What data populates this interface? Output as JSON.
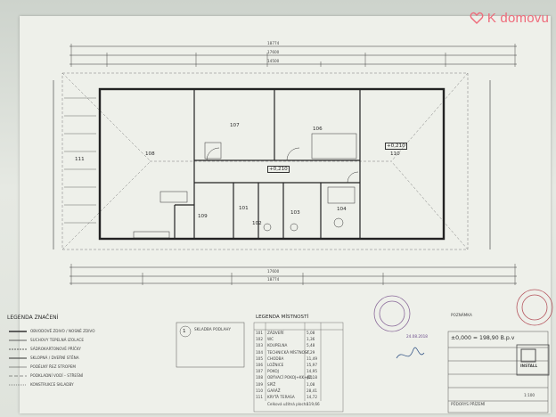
{
  "watermark": {
    "brand": "K domovu",
    "color": "#ee6a7a"
  },
  "plan": {
    "rooms": [
      {
        "id": "111",
        "label": "111"
      },
      {
        "id": "108",
        "label": "108"
      },
      {
        "id": "107",
        "label": "107"
      },
      {
        "id": "106",
        "label": "106"
      },
      {
        "id": "110",
        "label": "110"
      },
      {
        "id": "101",
        "label": "101"
      },
      {
        "id": "102",
        "label": "102"
      },
      {
        "id": "103",
        "label": "103"
      },
      {
        "id": "104",
        "label": "104"
      },
      {
        "id": "109",
        "label": "109"
      }
    ],
    "levels": {
      "left": "+0,210",
      "right": "+0,210"
    },
    "dims": {
      "top_total": "18774",
      "top_a": "17600",
      "top_b": "14500",
      "bottom_total": "18774",
      "bottom_a": "17600"
    }
  },
  "legend_left": {
    "title": "LEGENDA ZNAČENÍ",
    "items": [
      "OBVODOVÉ ZDIVO / NOSNÉ ZDIVO",
      "SUCHOVY TEPELNÁ IZOLACE",
      "SÁDROKARTONOVÉ PŘÍČKY",
      "SKLOPNÁ / DVEŘNÍ STĚNA",
      "PODÉLNÝ ŘEZ STROPEM",
      "PODKLADNÍ VODÍ – STŘEŠNÍ",
      "KONSTRUKCE SKLADBY"
    ]
  },
  "section_note": {
    "number": "1",
    "title": "SKLADBA PODLAHY"
  },
  "legend_rooms": {
    "title": "LEGENDA MÍSTNOSTÍ",
    "rows": [
      [
        "101",
        "ZÁDVEŘÍ",
        "5,08"
      ],
      [
        "102",
        "WC",
        "1,36"
      ],
      [
        "103",
        "KOUPELNA",
        "5,48"
      ],
      [
        "104",
        "TECHNICKÁ MÍSTNOST",
        "4,29"
      ],
      [
        "105",
        "CHODBA",
        "11,49"
      ],
      [
        "106",
        "LOŽNICE",
        "15,97"
      ],
      [
        "107",
        "POKOJ",
        "14,95"
      ],
      [
        "108",
        "OBÝVACÍ POKOJ+KK+JÍD.",
        "42,18"
      ],
      [
        "109",
        "SPÍŽ",
        "1,08"
      ],
      [
        "110",
        "GARÁŽ",
        "28,41"
      ],
      [
        "111",
        "KRYTÁ TERASA",
        "14,72"
      ]
    ],
    "totals": [
      "Celková užitná plocha",
      "119,66"
    ]
  },
  "title_block": {
    "header": "POZNÁMKA",
    "value": "±0,000 = 198,90 B.p.v",
    "stamp_date": "24.08.2018",
    "firm": "INSTALL",
    "sheet_name": "PŮDORYS PŘÍZEMÍ",
    "scale": "1:100"
  }
}
